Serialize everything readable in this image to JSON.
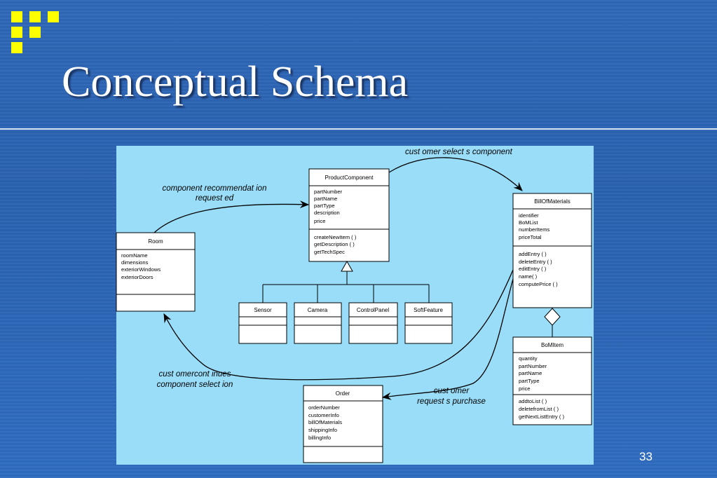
{
  "slide": {
    "title": "Conceptual Schema",
    "page_number": "33",
    "colors": {
      "bullet": "#ffff00",
      "canvas": "#99ddf8",
      "background": "#2f68b8"
    }
  },
  "diagram": {
    "classes": {
      "product_component": {
        "name": "ProductComponent",
        "attributes": [
          "partNumber",
          "partName",
          "partType",
          "description",
          "price"
        ],
        "operations": [
          "createNewItem ( )",
          "getDescription ( )",
          "getTechSpec"
        ]
      },
      "room": {
        "name": "Room",
        "attributes": [
          "roomName",
          "dimensions",
          "exteriorWindows",
          "exteriorDoors"
        ],
        "operations": []
      },
      "bill_of_materials": {
        "name": "BillOfMaterials",
        "attributes": [
          "identifier",
          "BoMList",
          "numberItems",
          "priceTotal"
        ],
        "operations": [
          "addEntry ( )",
          "deleteEntry ( )",
          "editEntry ( )",
          "name( )",
          "computePrice ( )"
        ]
      },
      "bom_item": {
        "name": "BoMItem",
        "attributes": [
          "quantity",
          "partNumber",
          "partName",
          "partType",
          "price"
        ],
        "operations": [
          "addtoList ( )",
          "deletefromList ( )",
          "getNextListEntry ( )"
        ]
      },
      "order": {
        "name": "Order",
        "attributes": [
          "orderNumber",
          "customerInfo",
          "billOfMaterials",
          "shippingInfo",
          "billingInfo"
        ],
        "operations": []
      },
      "sensor": {
        "name": "Sensor"
      },
      "camera": {
        "name": "Camera"
      },
      "control_panel": {
        "name": "ControlPanel"
      },
      "soft_feature": {
        "name": "SoftFeature"
      }
    },
    "notes": {
      "selects": "cust omer select s component",
      "recommendation_1": "component recommendat ion",
      "recommendation_2": "request ed",
      "continues_1": "cust omercont inues",
      "continues_2": "component select ion",
      "purchase_1": "cust omer",
      "purchase_2": "request s purchase"
    }
  }
}
